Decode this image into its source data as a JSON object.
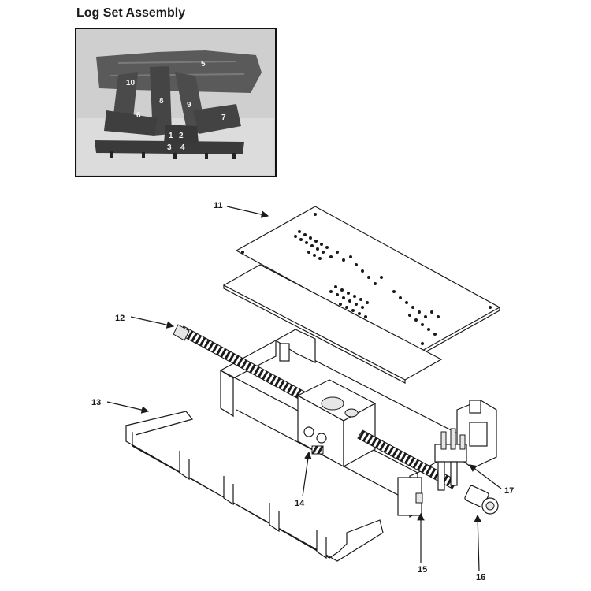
{
  "title": "Log Set Assembly",
  "photo_labels": [
    "1",
    "2",
    "3",
    "4",
    "5",
    "6",
    "7",
    "8",
    "9",
    "10"
  ],
  "callouts": [
    "11",
    "12",
    "13",
    "14",
    "15",
    "16",
    "17"
  ]
}
